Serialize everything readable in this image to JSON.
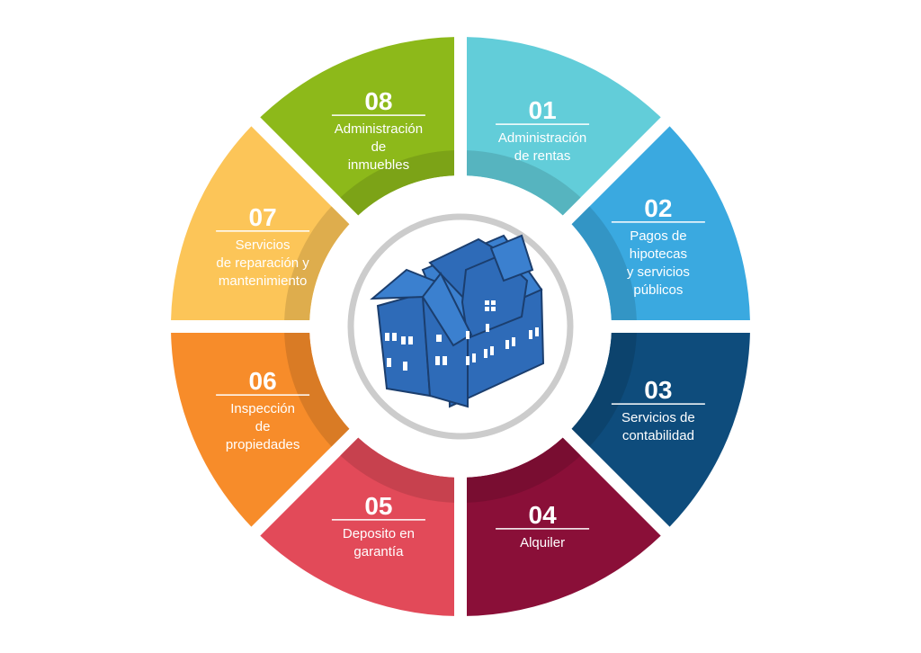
{
  "diagram": {
    "center_icon": "house-icon",
    "segments": [
      {
        "number": "01",
        "lines": [
          "Administración",
          "de rentas"
        ],
        "color": "#62CDD9"
      },
      {
        "number": "02",
        "lines": [
          "Pagos de",
          "hipotecas",
          "y servicios",
          "públicos"
        ],
        "color": "#3AA9E0"
      },
      {
        "number": "03",
        "lines": [
          "Servicios de",
          "contabilidad"
        ],
        "color": "#0E4C7C"
      },
      {
        "number": "04",
        "lines": [
          "Alquiler"
        ],
        "color": "#8A0F38"
      },
      {
        "number": "05",
        "lines": [
          "Deposito en",
          "garantía"
        ],
        "color": "#E24A59"
      },
      {
        "number": "06",
        "lines": [
          "Inspección",
          "de",
          "propiedades"
        ],
        "color": "#F78C2A"
      },
      {
        "number": "07",
        "lines": [
          "Servicios",
          "de reparación y",
          "mantenimiento"
        ],
        "color": "#FCC558"
      },
      {
        "number": "08",
        "lines": [
          "Administración",
          "de",
          "inmuebles"
        ],
        "color": "#8DB91A"
      }
    ],
    "inner_ring_color": "#CCCCCC",
    "house_color": "#2E6BB8"
  }
}
